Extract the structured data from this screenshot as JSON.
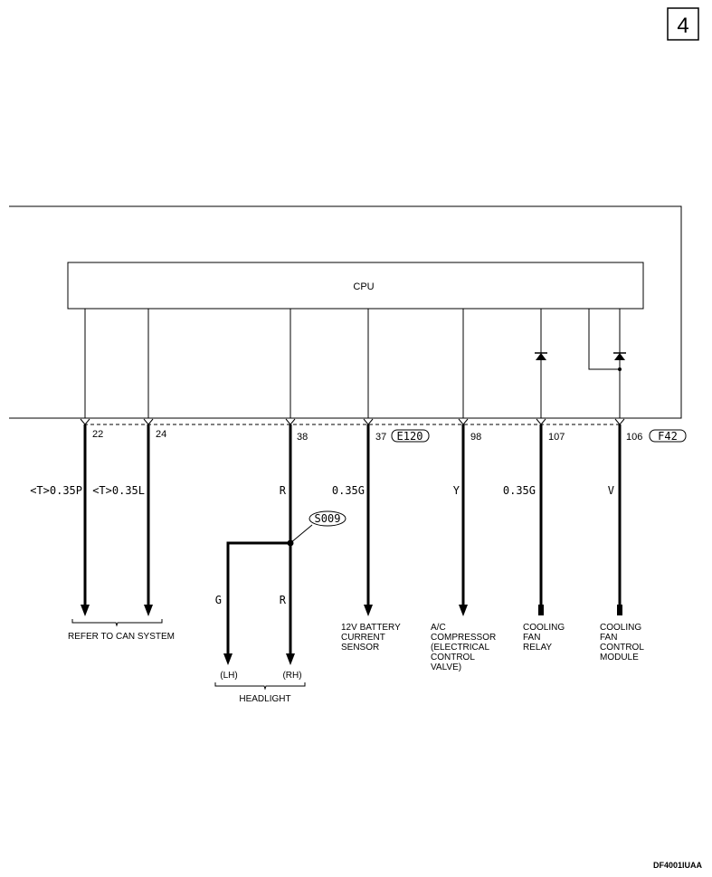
{
  "page_number": "4",
  "cpu_label": "CPU",
  "connectors": {
    "e120": "E120",
    "f42": "F42"
  },
  "splice": "S009",
  "pins": {
    "p22": "22",
    "p24": "24",
    "p38": "38",
    "p37": "37",
    "p98": "98",
    "p107": "107",
    "p106": "106"
  },
  "wires": {
    "w22": "<T>0.35P",
    "w24": "<T>0.35L",
    "w38": "R",
    "w37": "0.35G",
    "w98": "Y",
    "w107": "0.35G",
    "w106": "V",
    "lh": "G",
    "rh": "R"
  },
  "destinations": {
    "can": "REFER TO CAN SYSTEM",
    "lh": "(LH)",
    "rh": "(RH)",
    "headlight": "HEADLIGHT",
    "battery": [
      "12V BATTERY",
      "CURRENT",
      "SENSOR"
    ],
    "ac": [
      "A/C",
      "COMPRESSOR",
      "(ELECTRICAL",
      "CONTROL",
      "VALVE)"
    ],
    "relay": [
      "COOLING",
      "FAN",
      "RELAY"
    ],
    "module": [
      "COOLING",
      "FAN",
      "CONTROL",
      "MODULE"
    ]
  },
  "doc_code": "DF4001IUAA"
}
